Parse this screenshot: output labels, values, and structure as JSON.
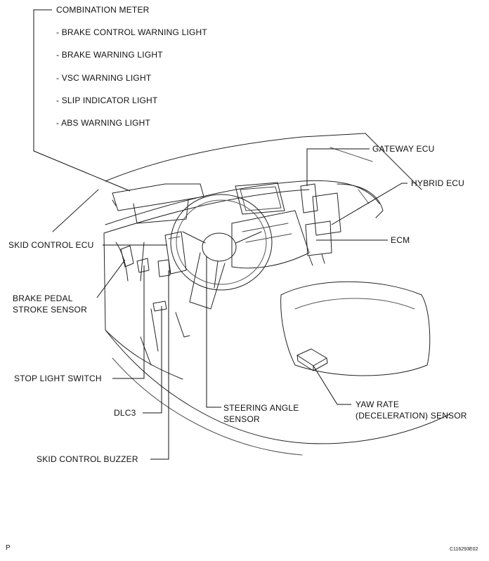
{
  "combination_meter": {
    "title": "COMBINATION METER",
    "items": [
      "- BRAKE CONTROL WARNING LIGHT",
      "- BRAKE WARNING LIGHT",
      "- VSC WARNING LIGHT",
      "- SLIP INDICATOR LIGHT",
      "- ABS WARNING LIGHT"
    ]
  },
  "labels": {
    "gateway_ecu": "GATEWAY ECU",
    "hybrid_ecu": "HYBRID ECU",
    "ecm": "ECM",
    "skid_control_ecu": "SKID CONTROL ECU",
    "brake_pedal_line1": "BRAKE PEDAL",
    "brake_pedal_line2": "STROKE SENSOR",
    "stop_light_switch": "STOP LIGHT SWITCH",
    "dlc3": "DLC3",
    "skid_control_buzzer": "SKID CONTROL BUZZER",
    "steering_angle_line1": "STEERING ANGLE",
    "steering_angle_line2": "SENSOR",
    "yaw_rate_line1": "YAW RATE",
    "yaw_rate_line2": "(DECELERATION) SENSOR"
  },
  "footer": {
    "page_mark": "P",
    "figure_code": "C116293E02"
  }
}
